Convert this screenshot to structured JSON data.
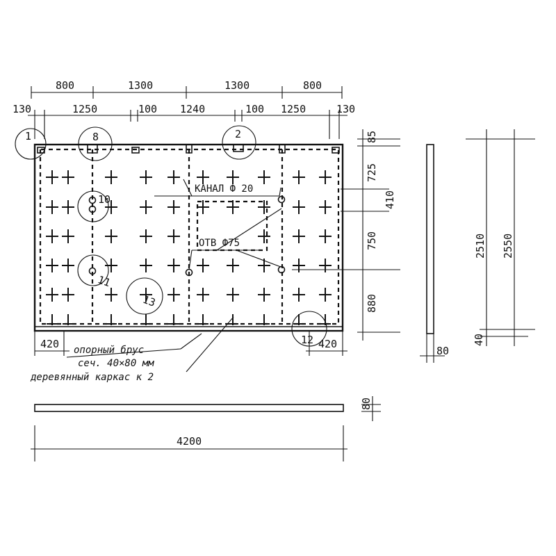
{
  "top_dims_row1": [
    "800",
    "1300",
    "1300",
    "800"
  ],
  "top_dims_row2": [
    "130",
    "1250",
    "100",
    "1240",
    "100",
    "1250",
    "130"
  ],
  "right_dims": [
    "85",
    "725",
    "410",
    "750",
    "880"
  ],
  "overall_width": "4200",
  "slab_thickness": "80",
  "side_dims": [
    "2510",
    "2550",
    "40",
    "80"
  ],
  "bottom_dims": [
    "420",
    "420"
  ],
  "callouts": [
    "1",
    "8",
    "2",
    "10",
    "11",
    "13",
    "12"
  ],
  "labels": {
    "canal": "КАНАЛ Ф 20",
    "hole": "ОТВ Ф75",
    "beam": "опорный брус",
    "section": "сеч. 40×80 мм",
    "frame": "деревянный каркас к 2"
  }
}
